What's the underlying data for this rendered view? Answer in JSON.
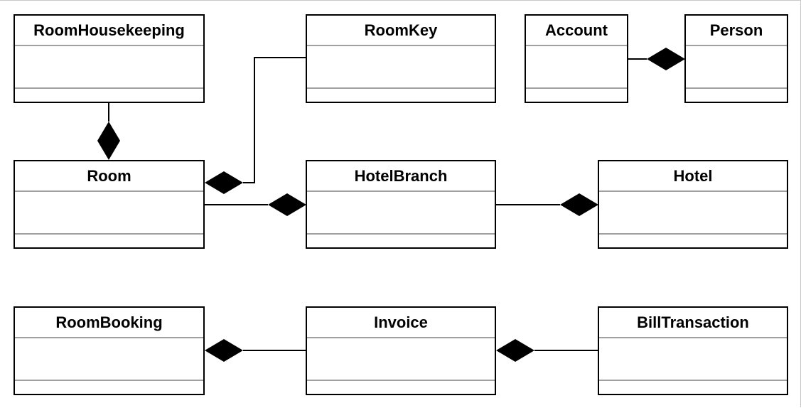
{
  "diagram": {
    "classes": [
      {
        "id": "roomhousekeeping",
        "name": "RoomHousekeeping",
        "attributes": [],
        "methods": []
      },
      {
        "id": "roomkey",
        "name": "RoomKey",
        "attributes": [],
        "methods": []
      },
      {
        "id": "account",
        "name": "Account",
        "attributes": [],
        "methods": []
      },
      {
        "id": "person",
        "name": "Person",
        "attributes": [],
        "methods": []
      },
      {
        "id": "room",
        "name": "Room",
        "attributes": [],
        "methods": []
      },
      {
        "id": "hotelbranch",
        "name": "HotelBranch",
        "attributes": [],
        "methods": []
      },
      {
        "id": "hotel",
        "name": "Hotel",
        "attributes": [],
        "methods": []
      },
      {
        "id": "roombooking",
        "name": "RoomBooking",
        "attributes": [],
        "methods": []
      },
      {
        "id": "invoice",
        "name": "Invoice",
        "attributes": [],
        "methods": []
      },
      {
        "id": "billtransaction",
        "name": "BillTransaction",
        "attributes": [],
        "methods": []
      }
    ],
    "relationships": [
      {
        "type": "composition",
        "whole": "room",
        "part": "roomhousekeeping"
      },
      {
        "type": "composition",
        "whole": "room",
        "part": "roomkey"
      },
      {
        "type": "composition",
        "whole": "person",
        "part": "account"
      },
      {
        "type": "composition",
        "whole": "hotelbranch",
        "part": "room"
      },
      {
        "type": "composition",
        "whole": "hotel",
        "part": "hotelbranch"
      },
      {
        "type": "composition",
        "whole": "roombooking",
        "part": "invoice"
      },
      {
        "type": "composition",
        "whole": "invoice",
        "part": "billtransaction"
      }
    ],
    "colors": {
      "line": "#000000",
      "compartment_divider": "#a0a0a0",
      "frame": "#c8c8c8"
    }
  }
}
